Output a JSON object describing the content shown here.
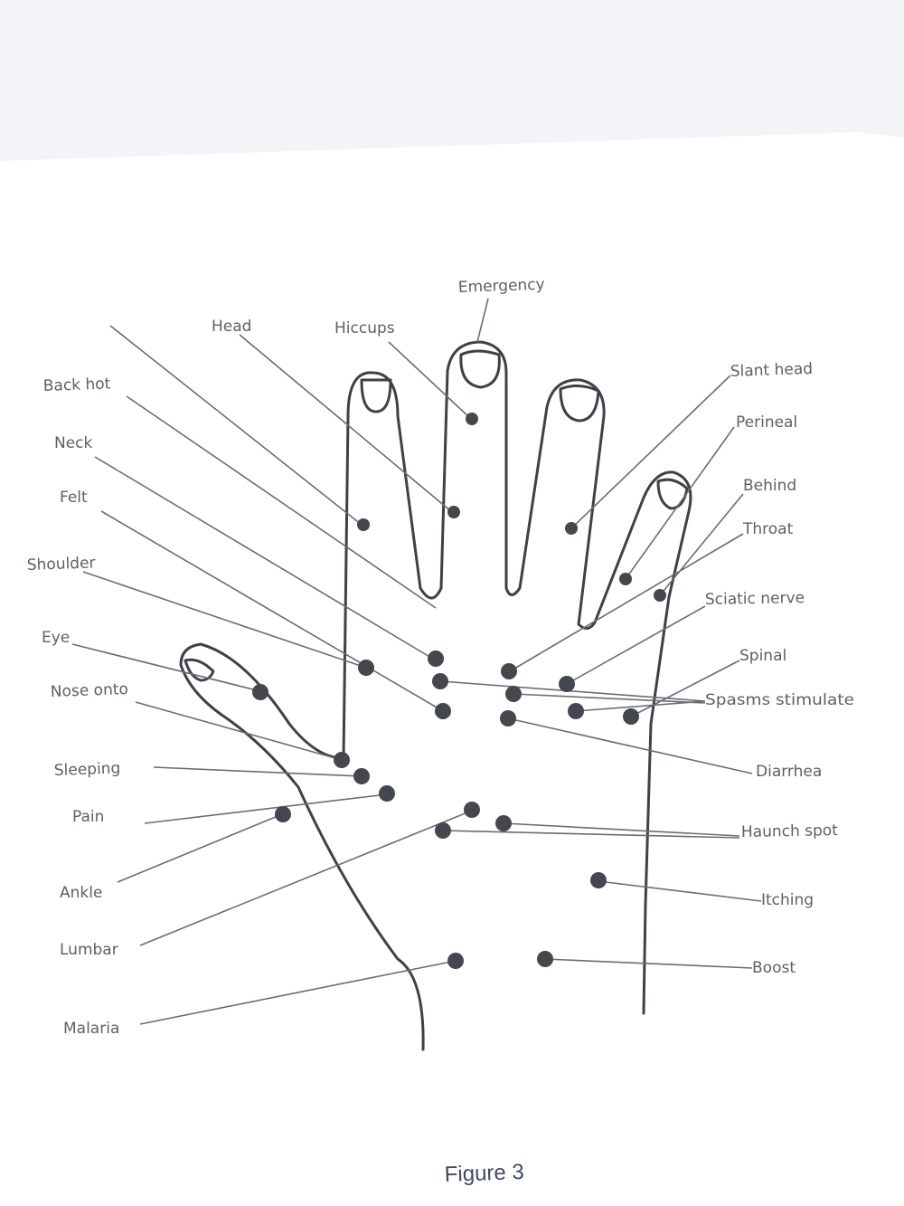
{
  "caption": "Figure 3",
  "colors": {
    "ink": "#3f4148",
    "label": "#5c6068",
    "paper": "#ffffff",
    "background": "#f3f4f7"
  },
  "labels": {
    "emergency": "Emergency",
    "head": "Head",
    "hiccups": "Hiccups",
    "back_hot": "Back hot",
    "neck": "Neck",
    "felt": "Felt",
    "shoulder": "Shoulder",
    "eye": "Eye",
    "nose_onto": "Nose onto",
    "sleeping": "Sleeping",
    "pain": "Pain",
    "ankle": "Ankle",
    "lumbar": "Lumbar",
    "malaria": "Malaria",
    "slant_head": "Slant head",
    "perineal": "Perineal",
    "behind": "Behind",
    "throat": "Throat",
    "sciatic_nerve": "Sciatic nerve",
    "spinal": "Spinal",
    "spasms_stimulate": "Spasms stimulate",
    "diarrhea": "Diarrhea",
    "haunch_spot": "Haunch spot",
    "itching": "Itching",
    "boost": "Boost"
  }
}
